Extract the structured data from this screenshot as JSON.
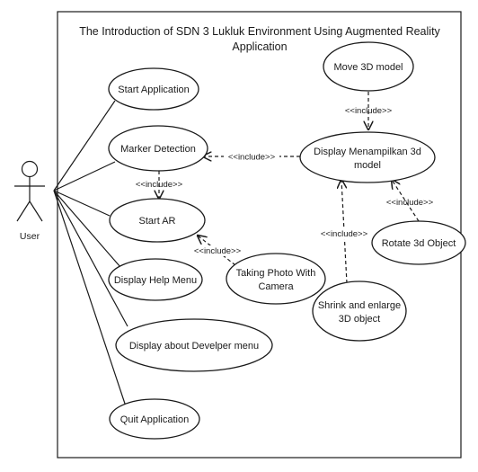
{
  "system": {
    "title_line1": "The Introduction of SDN 3 Lukluk Environment Using Augmented Reality",
    "title_line2": "Application"
  },
  "actor": {
    "label": "User"
  },
  "use_cases": {
    "start_application": "Start Application",
    "marker_detection": "Marker Detection",
    "start_ar": "Start AR",
    "display_help_menu": "Display Help Menu",
    "display_about_menu": "Display about Develper menu",
    "quit_application": "Quit Application",
    "move_3d_model": "Move 3D model",
    "display_3d_model_line1": "Display Menampilkan 3d",
    "display_3d_model_line2": "model",
    "rotate_3d_object": "Rotate 3d Object",
    "taking_photo_line1": "Taking Photo With",
    "taking_photo_line2": "Camera",
    "shrink_enlarge_line1": "Shrink and enlarge",
    "shrink_enlarge_line2": "3D object"
  },
  "relations": {
    "include_label": "<<include>>"
  }
}
